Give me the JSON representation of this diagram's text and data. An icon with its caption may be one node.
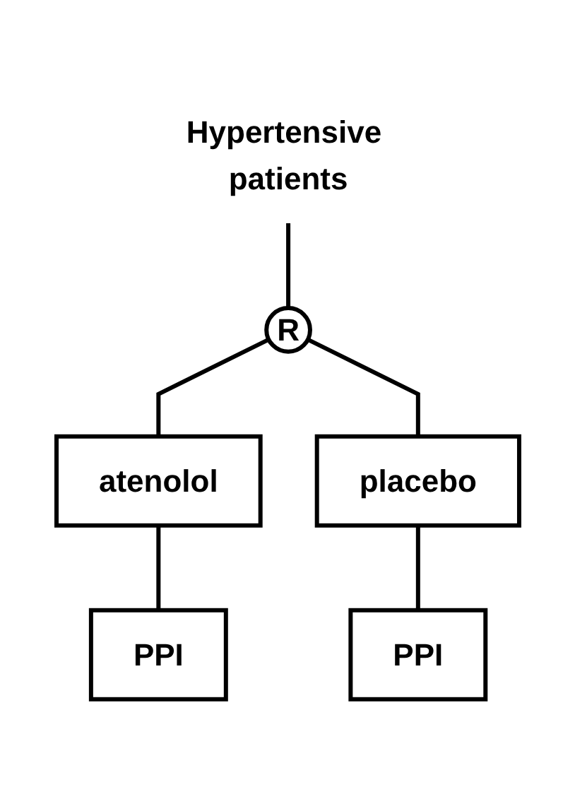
{
  "diagram": {
    "nodes": [
      {
        "text": [
          "Hypertensive patients"
        ]
      },
      {
        "text": [
          "R"
        ]
      },
      {
        "text": [
          "atenolol"
        ]
      },
      {
        "text": [
          "placebo"
        ]
      },
      {
        "text": [
          "PPI"
        ]
      },
      {
        "text": [
          "PPI"
        ]
      }
    ],
    "edges": [
      {
        "from": 0,
        "to": 1,
        "arrow": "none"
      },
      {
        "from": 1,
        "to": 2,
        "arrow": "none"
      },
      {
        "from": 1,
        "to": 3,
        "arrow": "none"
      },
      {
        "from": 2,
        "to": 4,
        "arrow": "none"
      },
      {
        "from": 3,
        "to": 5,
        "arrow": "none"
      }
    ]
  }
}
